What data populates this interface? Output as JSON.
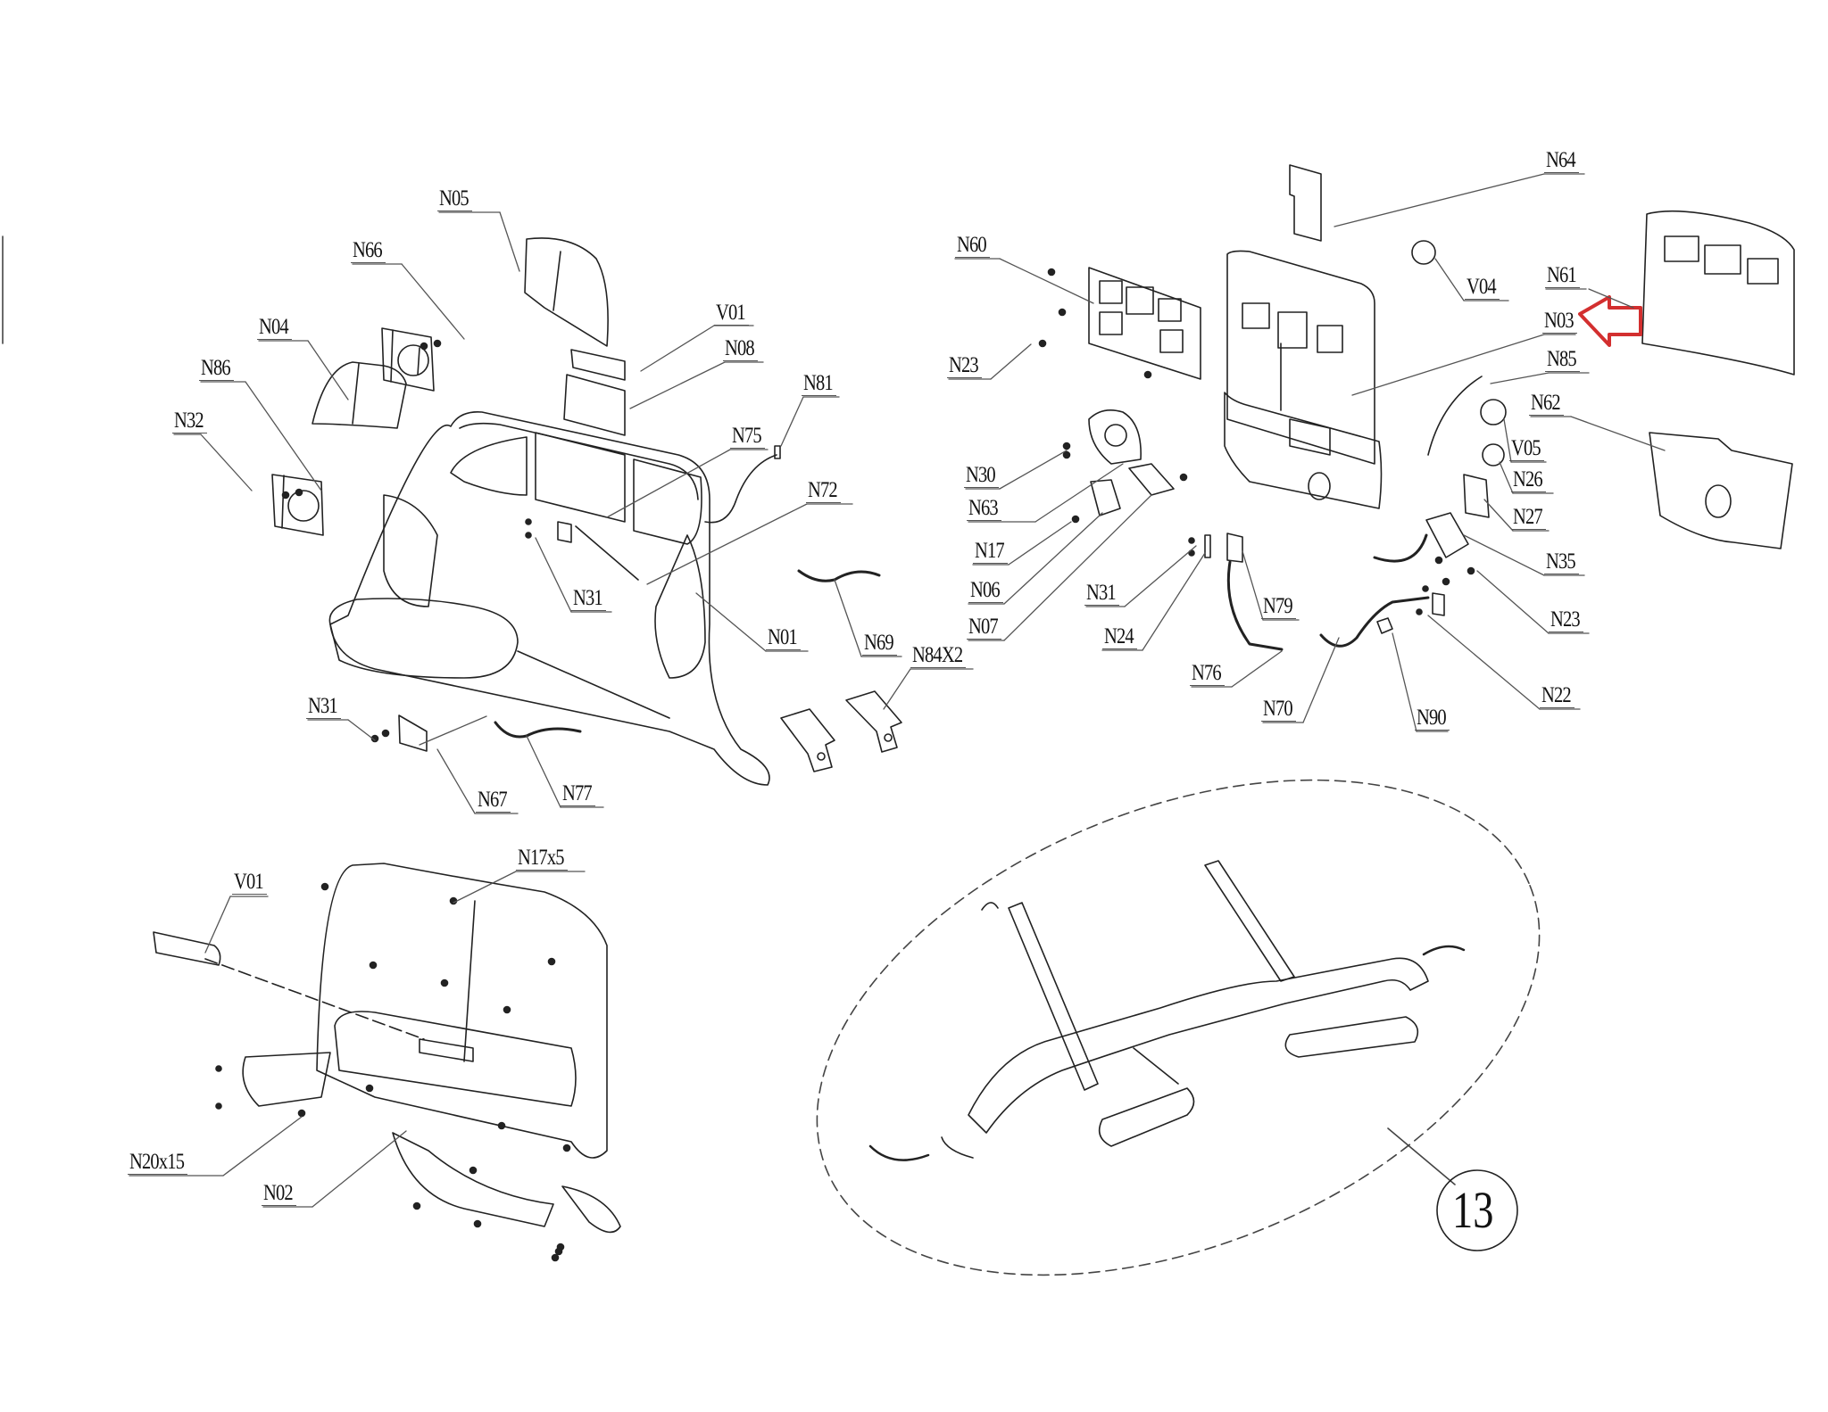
{
  "diagram": {
    "type": "exploded-parts-diagram",
    "subassembly_number": "13",
    "highlight_color": "#d32f2f",
    "highlighted_part": "N03",
    "labels": {
      "N05": "N05",
      "N66": "N66",
      "N04": "N04",
      "N86": "N86",
      "N32": "N32",
      "V01_top": "V01",
      "N08": "N08",
      "N81": "N81",
      "N75": "N75",
      "N72": "N72",
      "N31_top": "N31",
      "N01": "N01",
      "N69": "N69",
      "N84X2": "N84X2",
      "N31_low": "N31",
      "N67": "N67",
      "N77": "N77",
      "N64": "N64",
      "N60": "N60",
      "N23_left": "N23",
      "V04": "V04",
      "N61": "N61",
      "N03": "N03",
      "N85": "N85",
      "N62": "N62",
      "V05": "V05",
      "N26": "N26",
      "N27": "N27",
      "N35": "N35",
      "N23_right": "N23",
      "N30": "N30",
      "N63": "N63",
      "N17": "N17",
      "N06": "N06",
      "N07": "N07",
      "N31_mid": "N31",
      "N24": "N24",
      "N79": "N79",
      "N76": "N76",
      "N70": "N70",
      "N90": "N90",
      "N22": "N22",
      "V01_bottom": "V01",
      "N17x5": "N17x5",
      "N20x15": "N20x15",
      "N02": "N02"
    }
  }
}
